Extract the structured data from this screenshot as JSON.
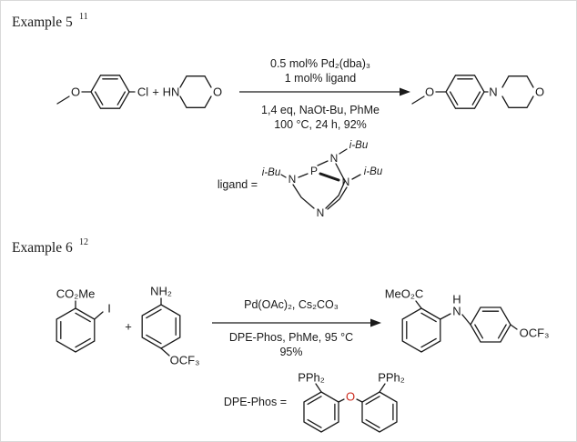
{
  "colors": {
    "ink": "#1a1a1a",
    "oxygen_red": "#cc2a1d"
  },
  "example5": {
    "title": "Example 5",
    "ref": "11",
    "plus": "+",
    "reactant1": {
      "methoxy_o": "O",
      "cl": "Cl"
    },
    "reactant2": {
      "hn": "HN",
      "o": "O"
    },
    "conditions_above": {
      "line1": "0.5 mol% Pd₂(dba)₃",
      "line2": "1 mol% ligand"
    },
    "conditions_below": {
      "line1": "1,4 eq, NaOt-Bu, PhMe",
      "line2": "100 °C, 24 h, 92%"
    },
    "product": {
      "methoxy_o": "O",
      "n": "N",
      "o": "O"
    },
    "ligand_label": "ligand =",
    "ligand": {
      "p": "P",
      "n_top": "N",
      "n_left": "N",
      "n_right": "N",
      "n_bridge": "N",
      "ibu_top": "i-Bu",
      "ibu_left": "i-Bu",
      "ibu_right": "i-Bu"
    }
  },
  "example6": {
    "title": "Example 6",
    "ref": "12",
    "plus": "+",
    "reactant1": {
      "ester": "CO₂Me",
      "iodo": "I"
    },
    "reactant2": {
      "amine": "NH₂",
      "ocf3": "OCF₃"
    },
    "conditions_above": {
      "line1": "Pd(OAc)₂, Cs₂CO₃"
    },
    "conditions_below": {
      "line1": "DPE-Phos, PhMe, 95 °C",
      "line2": "95%"
    },
    "product": {
      "ester": "MeO₂C",
      "h": "H",
      "n": "N",
      "ocf3": "OCF₃"
    },
    "dpephos_label": "DPE-Phos =",
    "dpephos": {
      "pph2_left": "PPh₂",
      "pph2_right": "PPh₂",
      "o": "O"
    }
  }
}
